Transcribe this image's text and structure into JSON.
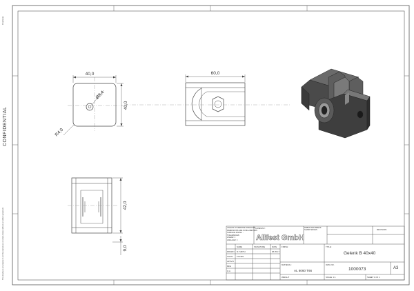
{
  "sheet": {
    "confidential_label": "CONFIDENTIAL",
    "side_note_top": "Proprietary",
    "side_note_bottom": "This drawing is our property. It can't be reproduced or communicated without our written agreement."
  },
  "front_view": {
    "dim_width": "40,0",
    "dim_height": "40,0",
    "dim_hole": "Ø8,4",
    "dim_radius": "R4,0"
  },
  "top_view": {
    "dim_width": "60,0"
  },
  "side_view": {
    "dim_height": "42,0",
    "dim_offset": "9,0"
  },
  "title_block": {
    "company_label": "COMPANY:",
    "company_name": "Allfest GmbH",
    "notes": [
      "UNLESS OTHERWISE SPECIFIED:",
      "DIMENSIONS ARE IN MILLIMETERS",
      "SURFACE FINISH: -",
      "TOLERANCES:",
      "LINEAR: ±",
      "ANGULAR: ±"
    ],
    "debur_label": "DEBUR AND BREAK SHARP EDGES",
    "name_header": "NAME",
    "signature_header": "SIGNATURE",
    "date_header": "DATE",
    "rows": [
      "DRAWN",
      "CHK'D",
      "APPV'D",
      "MFG",
      "Q.A"
    ],
    "drawn_by": "M. SMITH",
    "checked_by": "F.KLEIN",
    "drawn_date": "08.05.17",
    "material_label": "MATERIAL:",
    "material_value": "AL 6060 T66",
    "weight_label": "WEIGHT",
    "scale_label": "SCALE: 1:1",
    "sheet_label": "SHEET 1 OF 1",
    "finish_label": "FINISH:",
    "title_label": "TITLE:",
    "title_value": "Gelenk B 40x40",
    "dwg_label": "DWG NO.",
    "dwg_value": "1000073",
    "size_value": "A3",
    "revision_label": "REVISION"
  },
  "colors": {
    "line": "#444444",
    "part_dark": "#3a3a3a",
    "part_mid": "#5a5a5a",
    "part_light": "#8a8a8a"
  }
}
